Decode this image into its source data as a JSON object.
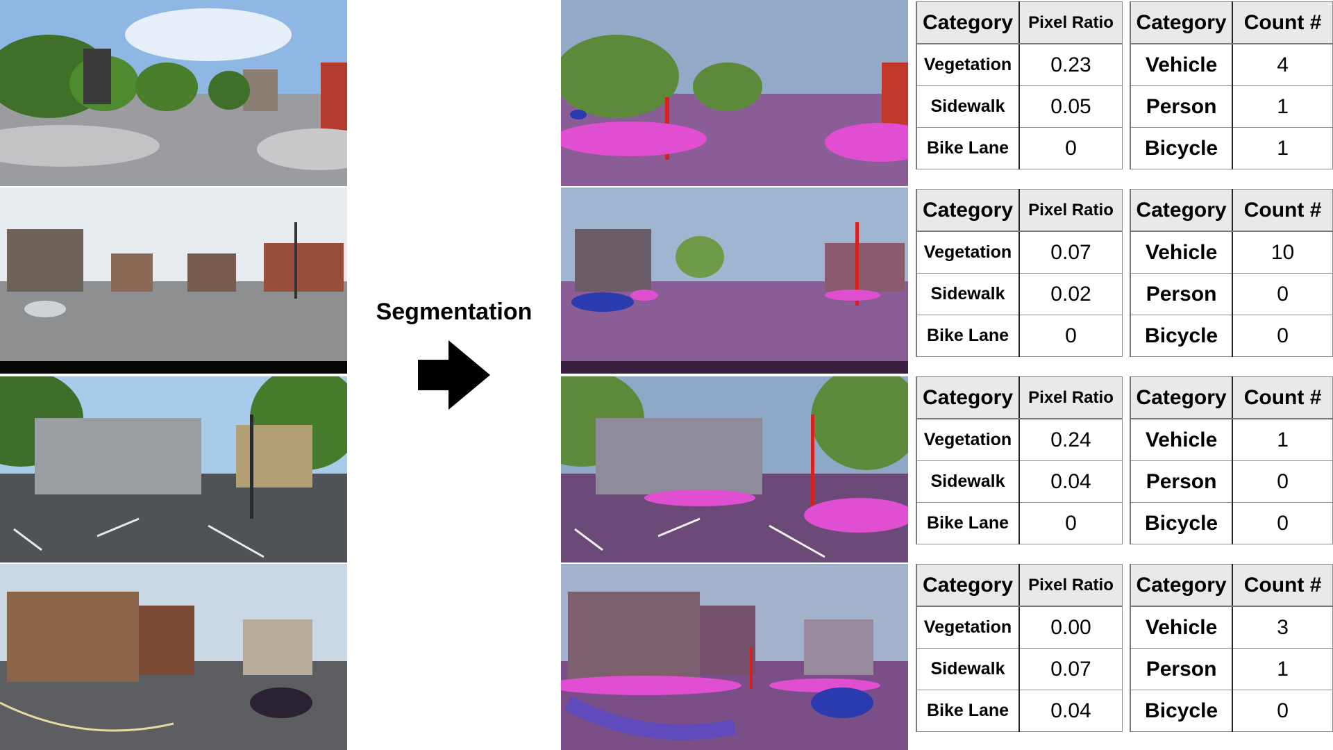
{
  "middle": {
    "label": "Segmentation"
  },
  "colors": {
    "sky": "#9fc3e8",
    "vegetation": "#4e7d2e",
    "road": "#7d7f82",
    "seg_road": "#8a5d96",
    "seg_sidewalk": "#e04fd2",
    "seg_vehicle": "#2a3bb0",
    "seg_pole": "#d8211e"
  },
  "panels": [
    {
      "ratio_headers": [
        "Category",
        "Pixel Ratio"
      ],
      "ratio_rows": [
        {
          "cat": "Vegetation",
          "val": "0.23"
        },
        {
          "cat": "Sidewalk",
          "val": "0.05"
        },
        {
          "cat": "Bike Lane",
          "val": "0"
        }
      ],
      "count_headers": [
        "Category",
        "Count #"
      ],
      "count_rows": [
        {
          "cat": "Vehicle",
          "val": "4"
        },
        {
          "cat": "Person",
          "val": "1"
        },
        {
          "cat": "Bicycle",
          "val": "1"
        }
      ]
    },
    {
      "ratio_headers": [
        "Category",
        "Pixel Ratio"
      ],
      "ratio_rows": [
        {
          "cat": "Vegetation",
          "val": "0.07"
        },
        {
          "cat": "Sidewalk",
          "val": "0.02"
        },
        {
          "cat": "Bike Lane",
          "val": "0"
        }
      ],
      "count_headers": [
        "Category",
        "Count #"
      ],
      "count_rows": [
        {
          "cat": "Vehicle",
          "val": "10"
        },
        {
          "cat": "Person",
          "val": "0"
        },
        {
          "cat": "Bicycle",
          "val": "0"
        }
      ]
    },
    {
      "ratio_headers": [
        "Category",
        "Pixel Ratio"
      ],
      "ratio_rows": [
        {
          "cat": "Vegetation",
          "val": "0.24"
        },
        {
          "cat": "Sidewalk",
          "val": "0.04"
        },
        {
          "cat": "Bike Lane",
          "val": "0"
        }
      ],
      "count_headers": [
        "Category",
        "Count #"
      ],
      "count_rows": [
        {
          "cat": "Vehicle",
          "val": "1"
        },
        {
          "cat": "Person",
          "val": "0"
        },
        {
          "cat": "Bicycle",
          "val": "0"
        }
      ]
    },
    {
      "ratio_headers": [
        "Category",
        "Pixel Ratio"
      ],
      "ratio_rows": [
        {
          "cat": "Vegetation",
          "val": "0.00"
        },
        {
          "cat": "Sidewalk",
          "val": "0.07"
        },
        {
          "cat": "Bike Lane",
          "val": "0.04"
        }
      ],
      "count_headers": [
        "Category",
        "Count #"
      ],
      "count_rows": [
        {
          "cat": "Vehicle",
          "val": "3"
        },
        {
          "cat": "Person",
          "val": "1"
        },
        {
          "cat": "Bicycle",
          "val": "0"
        }
      ]
    }
  ]
}
